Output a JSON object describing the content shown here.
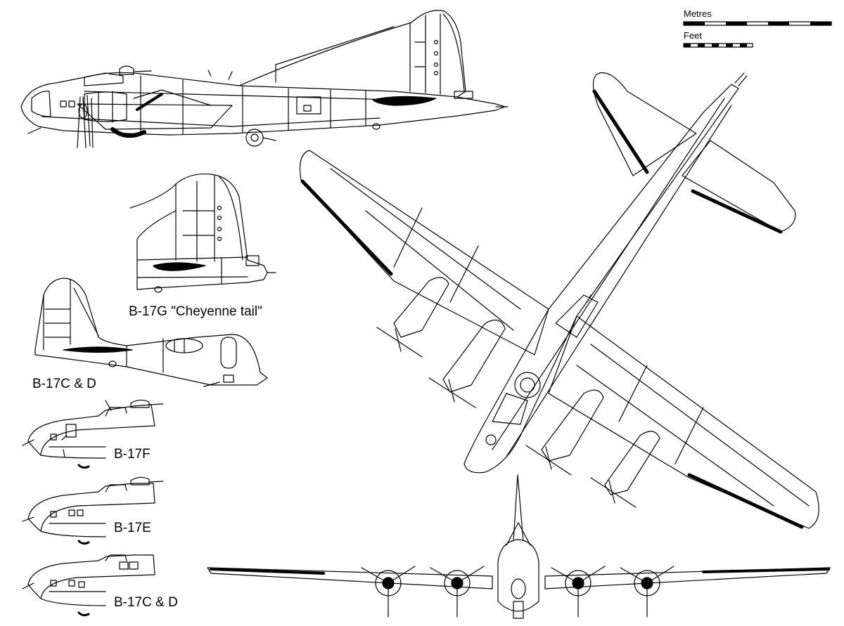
{
  "scale": {
    "metres_label": "Metres",
    "feet_label": "Feet"
  },
  "labels": {
    "cheyenne_tail": "B-17G \"Cheyenne tail\"",
    "tail_c_d": "B-17C & D",
    "nose_f": "B-17F",
    "nose_e": "B-17E",
    "nose_c_d": "B-17C & D"
  },
  "colors": {
    "line": "#000000",
    "background": "#ffffff",
    "de_icer": "#000000"
  }
}
